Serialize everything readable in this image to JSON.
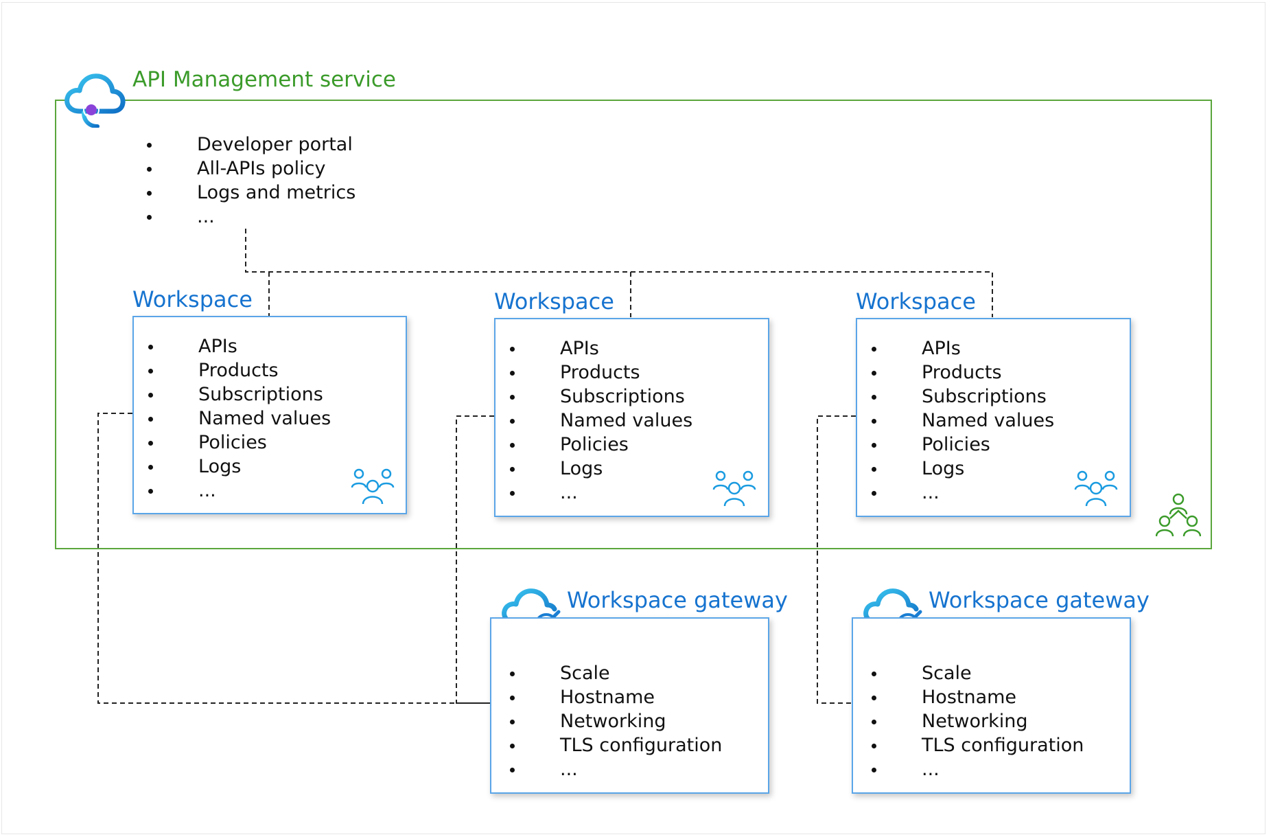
{
  "service": {
    "title": "API Management service",
    "items": [
      "Developer portal",
      "All-APIs policy",
      "Logs and metrics",
      "..."
    ]
  },
  "workspaces": [
    {
      "title": "Workspace",
      "items": [
        "APIs",
        "Products",
        "Subscriptions",
        "Named values",
        "Policies",
        "Logs",
        "..."
      ]
    },
    {
      "title": "Workspace",
      "items": [
        "APIs",
        "Products",
        "Subscriptions",
        "Named values",
        "Policies",
        "Logs",
        "..."
      ]
    },
    {
      "title": "Workspace",
      "items": [
        "APIs",
        "Products",
        "Subscriptions",
        "Named values",
        "Policies",
        "Logs",
        "..."
      ]
    }
  ],
  "gateways": [
    {
      "title": "Workspace gateway",
      "items": [
        "Scale",
        "Hostname",
        "Networking",
        "TLS configuration",
        "..."
      ]
    },
    {
      "title": "Workspace gateway",
      "items": [
        "Scale",
        "Hostname",
        "Networking",
        "TLS configuration",
        "..."
      ]
    }
  ],
  "colors": {
    "service_green": "#3b9b2a",
    "box_blue": "#5aa5e8",
    "title_blue": "#1673cf",
    "cloud_blue": "#1a9be0",
    "gateway_purple": "#8a43d9"
  },
  "icons": {
    "service": "api-management-cloud-icon",
    "workspace": "user-group-icon",
    "gateway": "gateway-cloud-icon",
    "hierarchy": "org-hierarchy-icon"
  }
}
